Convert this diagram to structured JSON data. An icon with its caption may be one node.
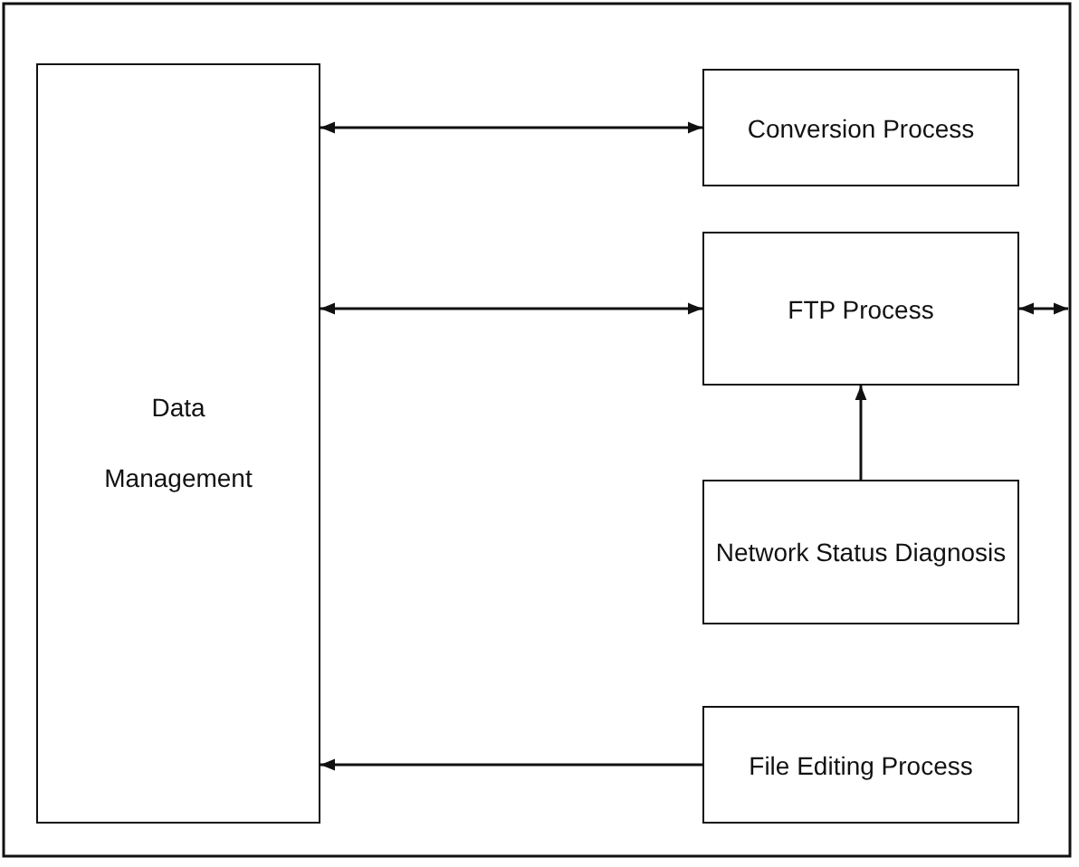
{
  "diagram": {
    "nodes": [
      {
        "text": [
          "Data Management"
        ]
      },
      {
        "text": [
          "Conversion Process"
        ]
      },
      {
        "text": [
          "FTP Process"
        ]
      },
      {
        "text": [
          "Network Status Diagnosis"
        ]
      },
      {
        "text": [
          "File Editing Process"
        ]
      }
    ],
    "edges": [
      {
        "from": 0,
        "to": 1,
        "arrow": "both"
      },
      {
        "from": 0,
        "to": 2,
        "arrow": "both"
      },
      {
        "from": 2,
        "to": null,
        "arrow": "both"
      },
      {
        "from": 3,
        "to": 2,
        "arrow": "to"
      },
      {
        "from": 4,
        "to": 0,
        "arrow": "to"
      }
    ]
  }
}
